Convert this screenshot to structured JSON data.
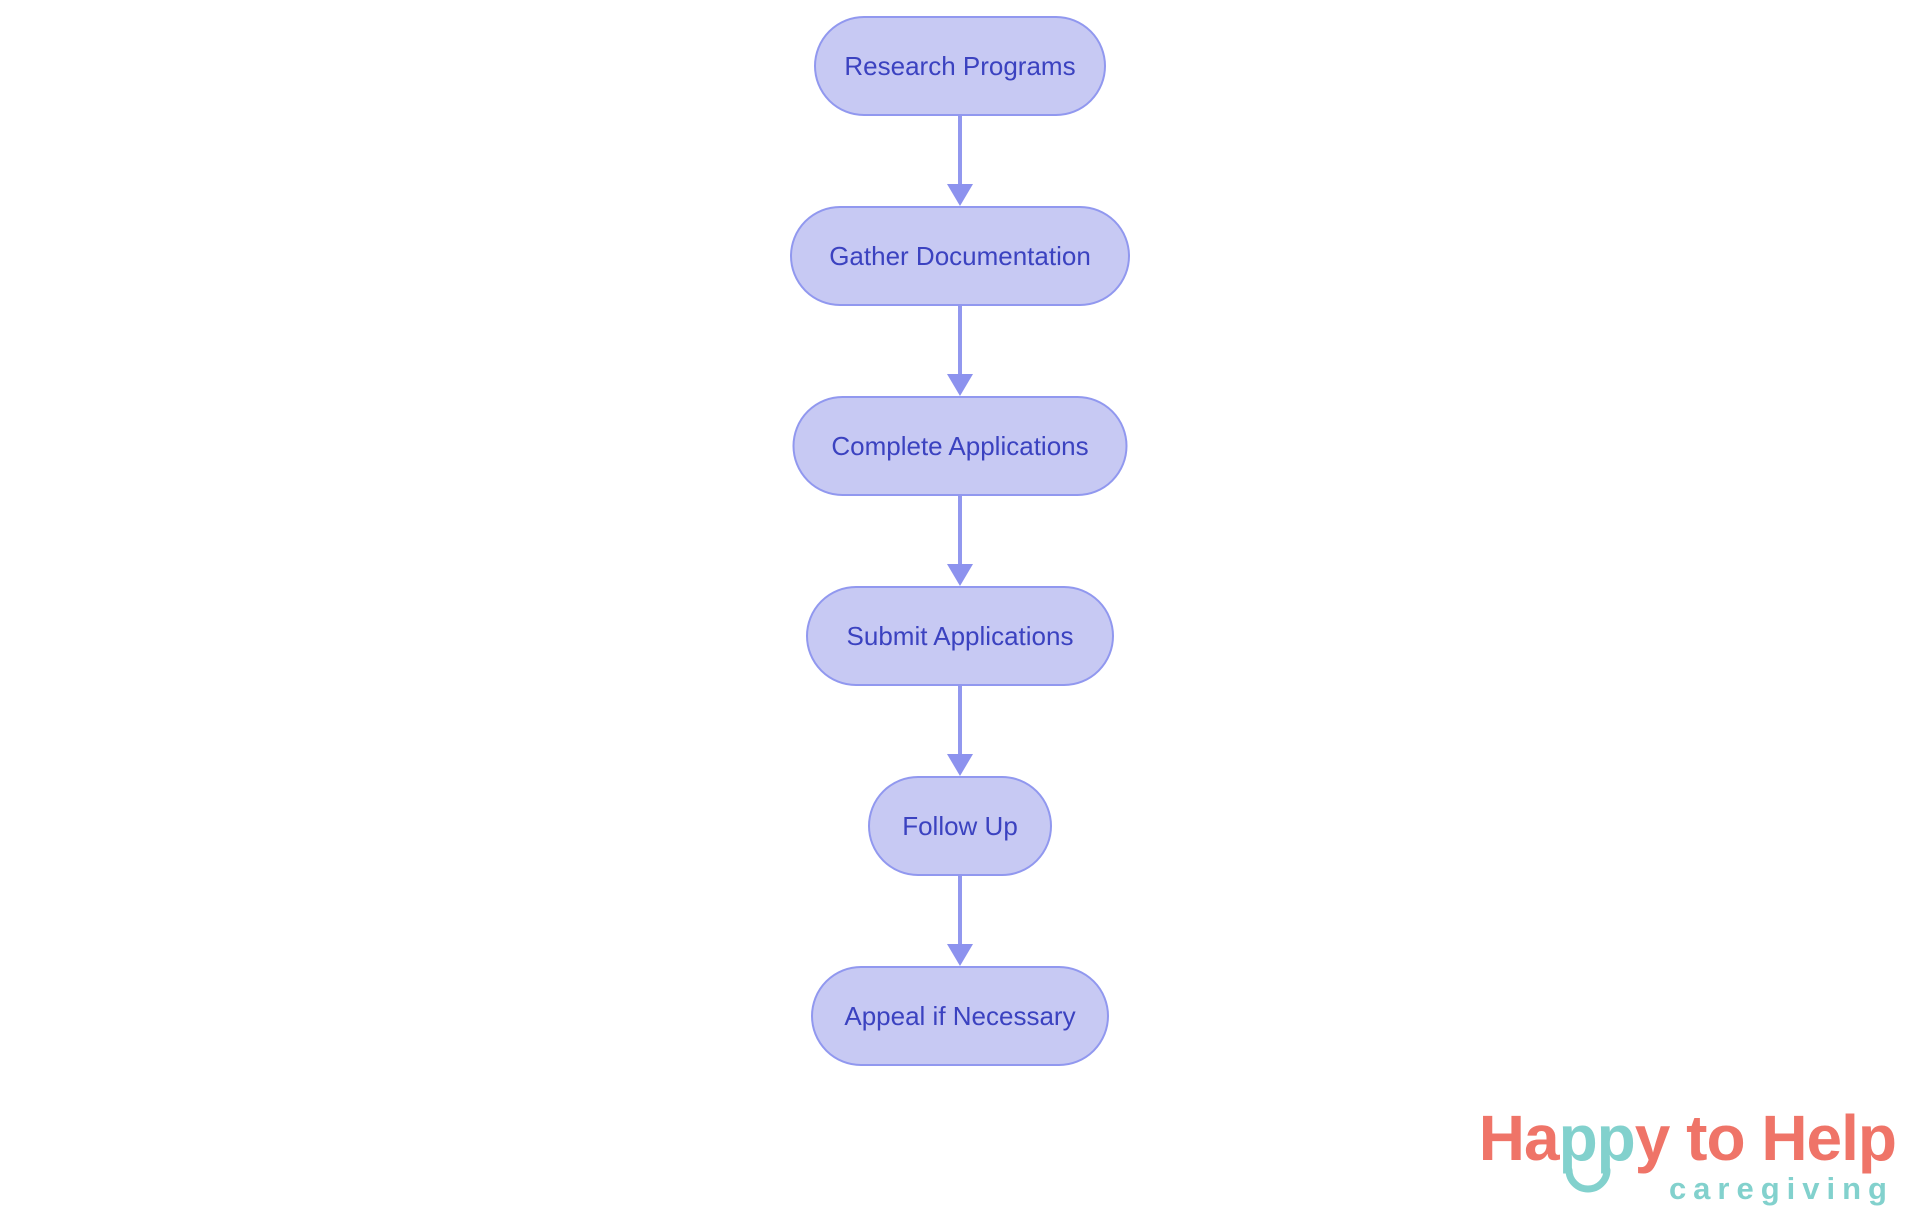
{
  "page": {
    "background_color": "#ffffff"
  },
  "flowchart": {
    "type": "flowchart",
    "direction": "top-down",
    "style": {
      "node_fill": "#c7c9f3",
      "node_border": "#9198ef",
      "node_text_color": "#3b42c0",
      "arrow_color": "#8c92ee"
    },
    "nodes": [
      {
        "label": "Research Programs"
      },
      {
        "label": "Gather Documentation"
      },
      {
        "label": "Complete Applications"
      },
      {
        "label": "Submit Applications"
      },
      {
        "label": "Follow Up"
      },
      {
        "label": "Appeal if Necessary"
      }
    ],
    "edges": [
      {
        "from": "Research Programs",
        "to": "Gather Documentation"
      },
      {
        "from": "Gather Documentation",
        "to": "Complete Applications"
      },
      {
        "from": "Complete Applications",
        "to": "Submit Applications"
      },
      {
        "from": "Submit Applications",
        "to": "Follow Up"
      },
      {
        "from": "Follow Up",
        "to": "Appeal if Necessary"
      }
    ]
  },
  "logo": {
    "wordmark_part_ha": "Ha",
    "wordmark_part_pp": "pp",
    "wordmark_part_rest": "y to Help",
    "subtitle": "caregiving",
    "coral_color": "#ef7468",
    "teal_color": "#82d1cd"
  }
}
